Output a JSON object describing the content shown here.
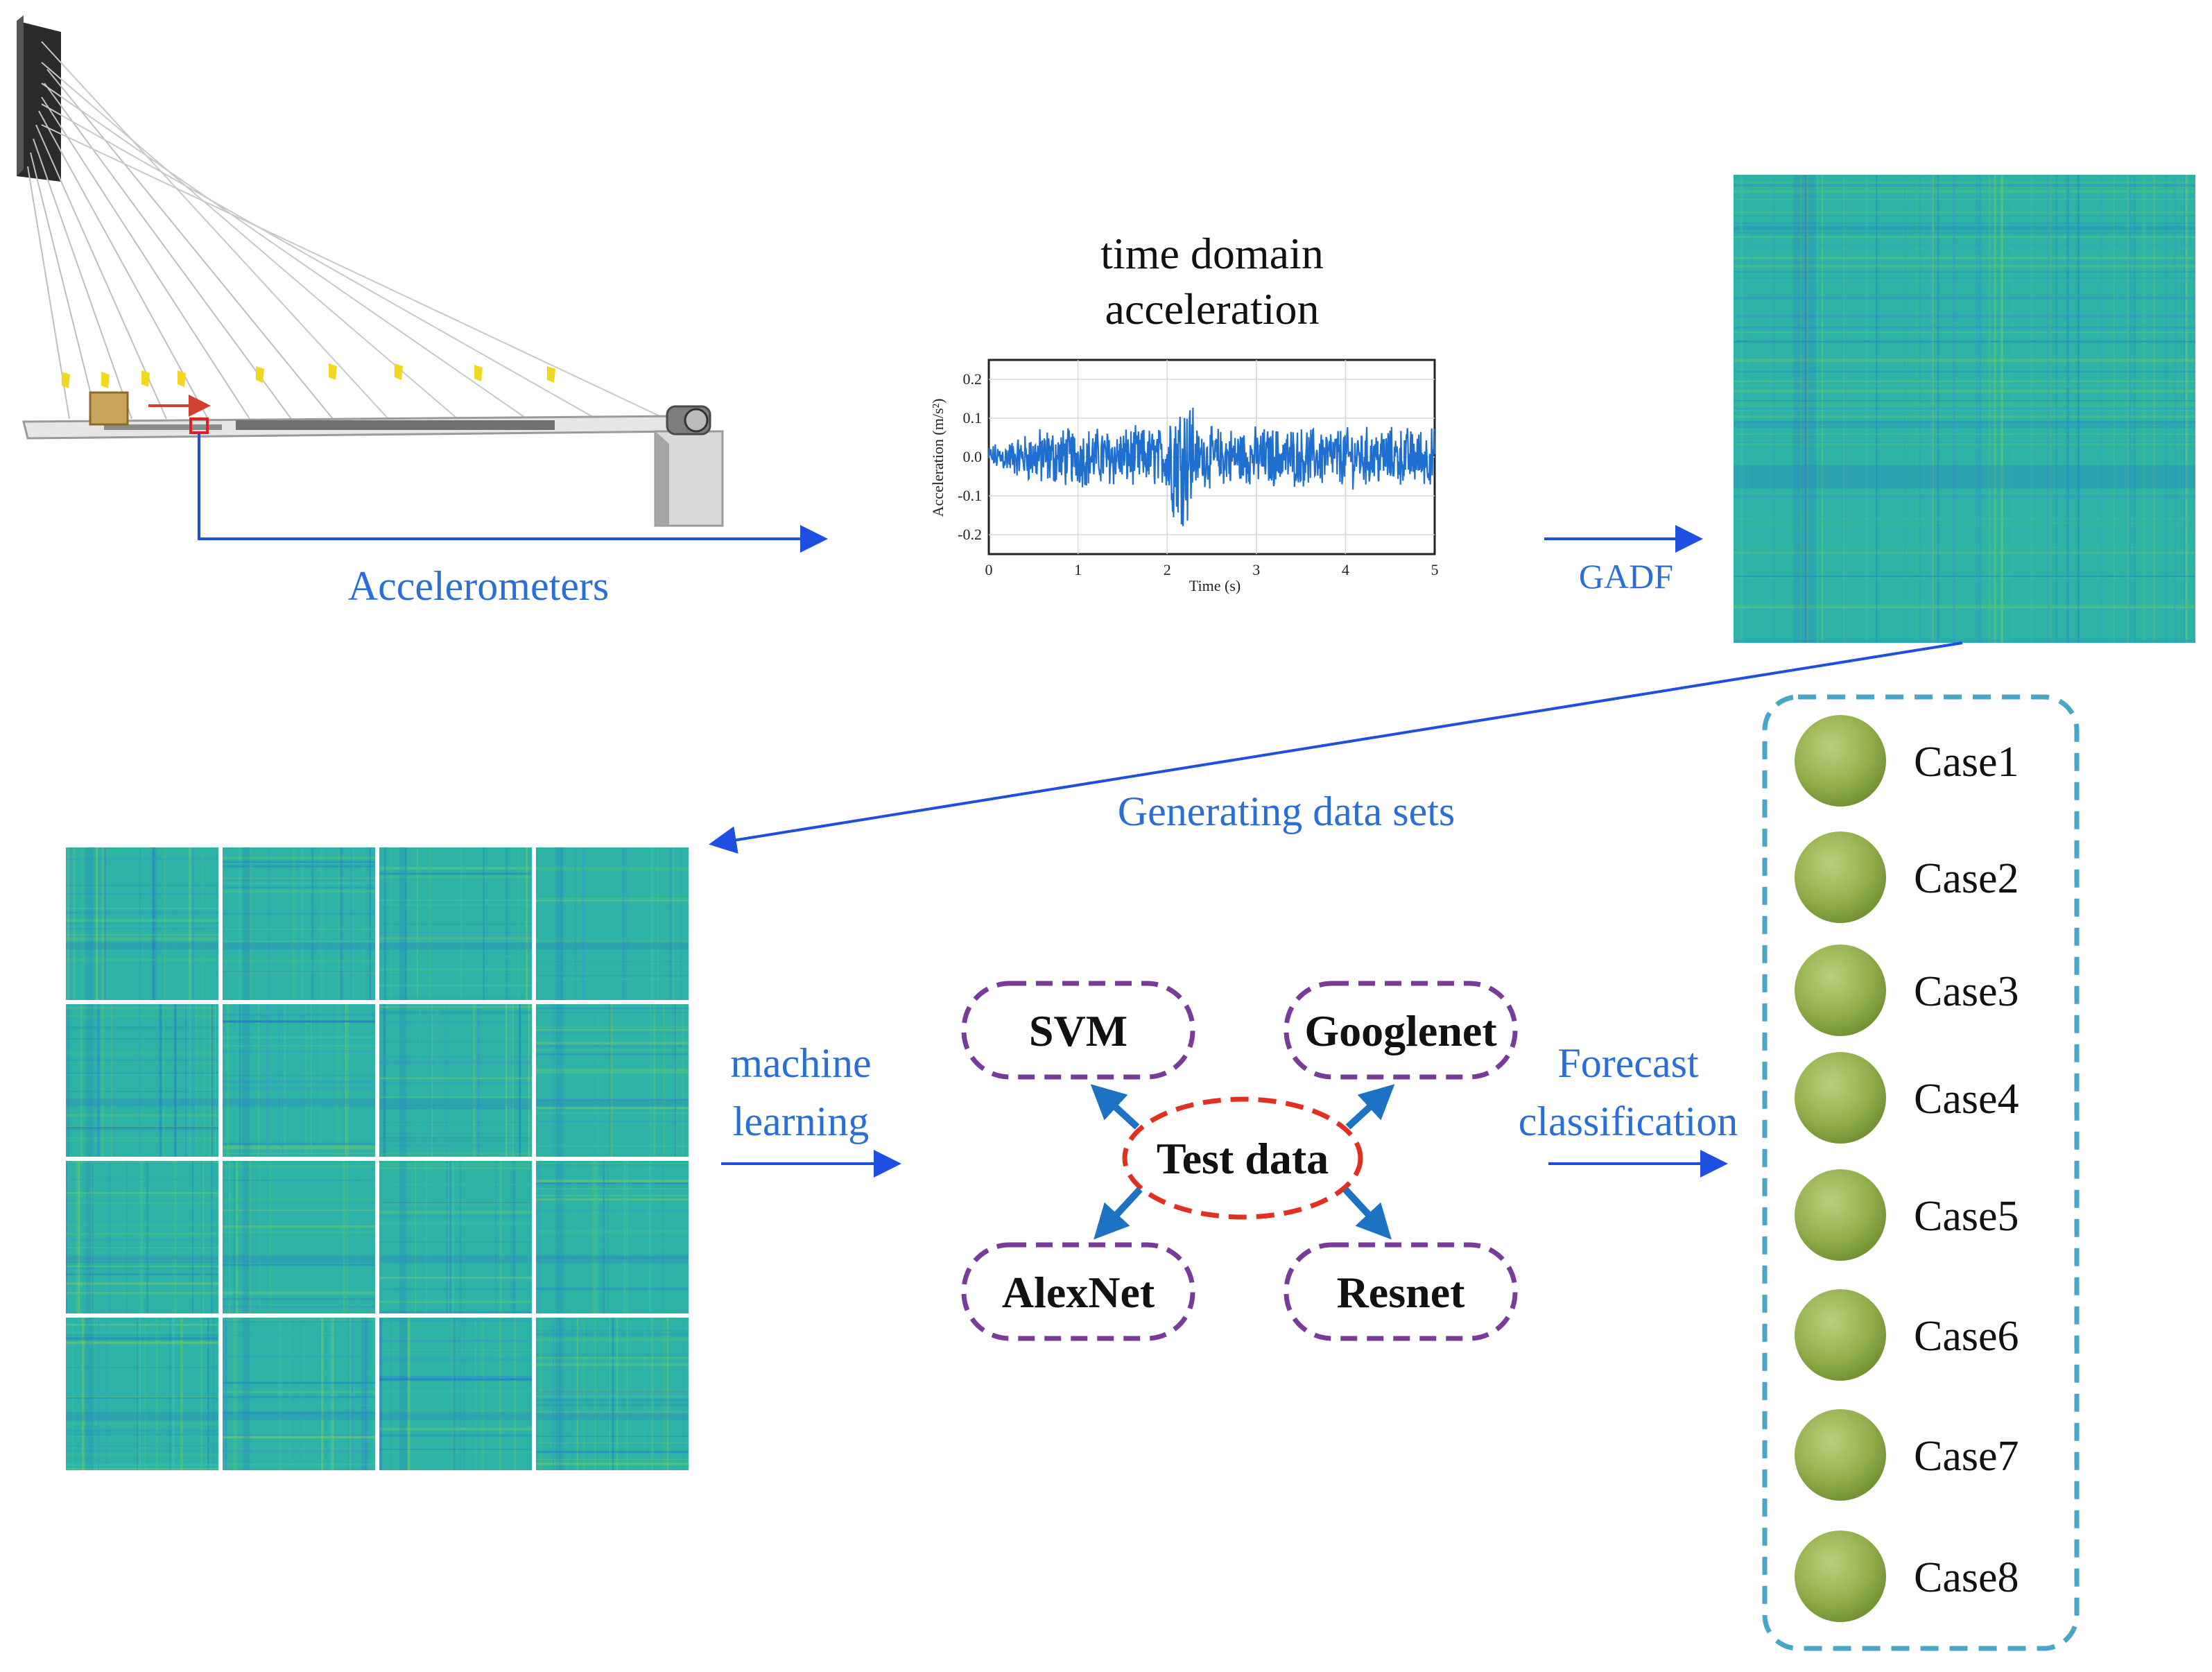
{
  "labels": {
    "accelerometers": "Accelerometers",
    "time_domain_line1": "time domain",
    "time_domain_line2": "acceleration",
    "gadf": "GADF",
    "generating": "Generating data sets",
    "machine_line1": "machine",
    "machine_line2": "learning",
    "forecast_line1": "Forecast",
    "forecast_line2": "classification"
  },
  "models": {
    "center": "Test data",
    "items": [
      "SVM",
      "Googlenet",
      "AlexNet",
      "Resnet"
    ]
  },
  "cases": [
    "Case1",
    "Case2",
    "Case3",
    "Case4",
    "Case5",
    "Case6",
    "Case7",
    "Case8"
  ],
  "plot": {
    "ylabel": "Acceleration (m/s²)",
    "xlabel": "Time (s)",
    "x_ticks": [
      "0",
      "1",
      "2",
      "3",
      "4",
      "5"
    ],
    "y_ticks": [
      "0.2",
      "0.1",
      "0.0",
      "-0.1",
      "-0.2"
    ],
    "xlim": [
      0,
      5
    ],
    "ylim": [
      -0.25,
      0.25
    ]
  },
  "colors": {
    "label_blue": "#2a6fd6",
    "arrow_blue": "#1f4fe0",
    "signal_blue": "#1f6fd0",
    "model_border": "#7a3a9a",
    "center_border": "#e03020",
    "cases_border": "#4aa6c8",
    "case_circle": "#93b04d",
    "gadf_base": "#2cb3a6",
    "model_arrow": "#1e72c4"
  }
}
